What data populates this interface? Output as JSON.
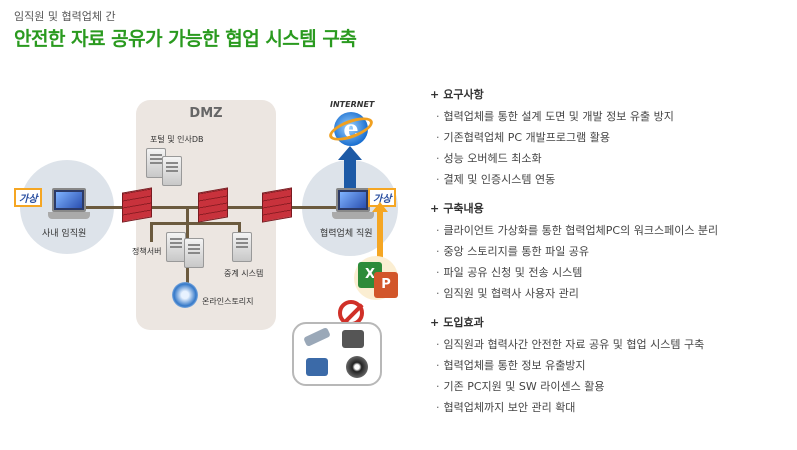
{
  "header": {
    "eyebrow": "임직원 및 협력업체 간",
    "title": "안전한 자료 공유가 가능한 협업 시스템 구축"
  },
  "diagram": {
    "dmz_label": "DMZ",
    "internet_label": "INTERNET",
    "employee_label": "사내 임직원",
    "partner_label": "협력업체 직원",
    "tag_left": "가상",
    "tag_right": "가상",
    "portal_db_label": "포털 및 인사DB",
    "policy_server_label": "정책서버",
    "relay_system_label": "중계 시스템",
    "online_storage_label": "온라인스토리지",
    "colors": {
      "accent_green": "#2a9a1f",
      "firewall": "#c8323c",
      "arrow_blue": "#1d5aa6",
      "arrow_orange": "#f5a623"
    }
  },
  "sections": [
    {
      "title": "요구사항",
      "items": [
        "협력업체를 통한 설계 도면 및 개발 정보 유출 방지",
        "기존협력업체 PC 개발프로그램 활용",
        "성능 오버헤드 최소화",
        "결제 및 인증시스템 연동"
      ]
    },
    {
      "title": "구축내용",
      "items": [
        "클라이언트 가상화를 통한 협력업체PC의 워크스페이스 분리",
        "중앙 스토리지를 통한 파일 공유",
        "파일 공유 신청 및 전송 시스템",
        "임직원 및 협력사 사용자 관리"
      ]
    },
    {
      "title": "도입효과",
      "items": [
        "임직원과 협력사간 안전한 자료 공유 및 협업 시스템 구축",
        "협력업체를 통한 정보 유출방지",
        "기존 PC지원 및 SW 라이센스 활용",
        "협력업체까지 보안 관리 확대"
      ]
    }
  ]
}
